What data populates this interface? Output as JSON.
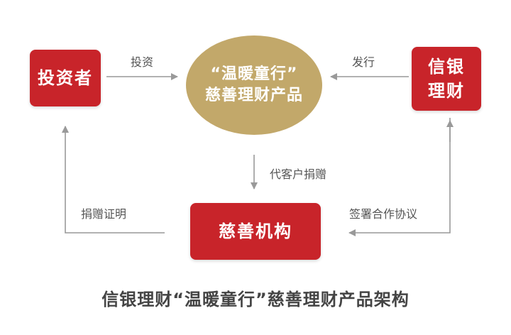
{
  "nodes": {
    "investor": "投资者",
    "bank": "信银\n理财",
    "product_line1": "“温暖童行”",
    "product_line2": "慈善理财产品",
    "charity": "慈善机构"
  },
  "edges": {
    "invest": "投资",
    "issue": "发行",
    "donate_on_behalf": "代客户捐赠",
    "donation_proof": "捐赠证明",
    "sign_agreement": "签署合作协议"
  },
  "footer": "信银理财“温暖童行”慈善理财产品架构",
  "colors": {
    "box": "#c8242a",
    "ellipse": "#c2a86a",
    "arrow": "#999999",
    "text": "#444444"
  }
}
